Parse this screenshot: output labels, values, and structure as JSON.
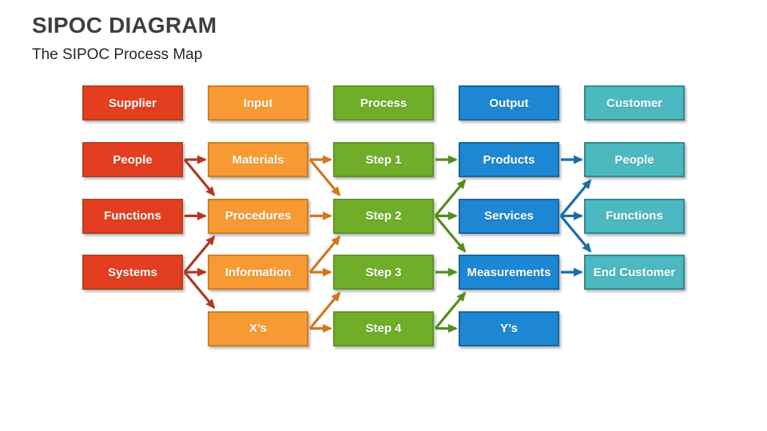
{
  "title": "SIPOC DIAGRAM",
  "subtitle": "The SIPOC Process Map",
  "columns": [
    {
      "id": "supplier",
      "header": "Supplier",
      "fill": "#E33E1F",
      "border": "#B8401F",
      "arrow": "#B03823",
      "items": [
        {
          "id": "people",
          "label": "People",
          "row": 1
        },
        {
          "id": "functions",
          "label": "Functions",
          "row": 2
        },
        {
          "id": "systems",
          "label": "Systems",
          "row": 3
        }
      ]
    },
    {
      "id": "input",
      "header": "Input",
      "fill": "#F89A33",
      "border": "#D07E22",
      "arrow": "#D2771C",
      "items": [
        {
          "id": "materials",
          "label": "Materials",
          "row": 1
        },
        {
          "id": "procedures",
          "label": "Procedures",
          "row": 2
        },
        {
          "id": "information",
          "label": "Information",
          "row": 3
        },
        {
          "id": "xs",
          "label": "X’s",
          "row": 4
        }
      ]
    },
    {
      "id": "process",
      "header": "Process",
      "fill": "#70AD29",
      "border": "#5E9626",
      "arrow": "#538E1C",
      "items": [
        {
          "id": "step1",
          "label": "Step 1",
          "row": 1
        },
        {
          "id": "step2",
          "label": "Step 2",
          "row": 2
        },
        {
          "id": "step3",
          "label": "Step 3",
          "row": 3
        },
        {
          "id": "step4",
          "label": "Step 4",
          "row": 4
        }
      ]
    },
    {
      "id": "output",
      "header": "Output",
      "fill": "#1E87D3",
      "border": "#16669F",
      "arrow": "#1B6CA8",
      "items": [
        {
          "id": "products",
          "label": "Products",
          "row": 1
        },
        {
          "id": "services",
          "label": "Services",
          "row": 2
        },
        {
          "id": "measurements",
          "label": "Measurements",
          "row": 3
        },
        {
          "id": "ys",
          "label": "Y’s",
          "row": 4
        }
      ]
    },
    {
      "id": "customer",
      "header": "Customer",
      "fill": "#4CB9C0",
      "border": "#338A91",
      "arrow": null,
      "items": [
        {
          "id": "people_c",
          "label": "People",
          "row": 1
        },
        {
          "id": "functions_c",
          "label": "Functions",
          "row": 2
        },
        {
          "id": "end_customer",
          "label": "End Customer",
          "row": 3
        }
      ]
    }
  ],
  "arrows": [
    {
      "from": "supplier.people",
      "to": "input.materials"
    },
    {
      "from": "supplier.people",
      "to": "input.procedures"
    },
    {
      "from": "supplier.functions",
      "to": "input.procedures"
    },
    {
      "from": "supplier.systems",
      "to": "input.procedures"
    },
    {
      "from": "supplier.systems",
      "to": "input.information"
    },
    {
      "from": "supplier.systems",
      "to": "input.xs"
    },
    {
      "from": "input.materials",
      "to": "process.step1"
    },
    {
      "from": "input.materials",
      "to": "process.step2"
    },
    {
      "from": "input.procedures",
      "to": "process.step2"
    },
    {
      "from": "input.information",
      "to": "process.step2"
    },
    {
      "from": "input.information",
      "to": "process.step3"
    },
    {
      "from": "input.xs",
      "to": "process.step3"
    },
    {
      "from": "input.xs",
      "to": "process.step4"
    },
    {
      "from": "process.step1",
      "to": "output.products"
    },
    {
      "from": "process.step2",
      "to": "output.products"
    },
    {
      "from": "process.step2",
      "to": "output.services"
    },
    {
      "from": "process.step2",
      "to": "output.measurements"
    },
    {
      "from": "process.step3",
      "to": "output.measurements"
    },
    {
      "from": "process.step4",
      "to": "output.measurements"
    },
    {
      "from": "process.step4",
      "to": "output.ys"
    },
    {
      "from": "output.products",
      "to": "customer.people_c"
    },
    {
      "from": "output.services",
      "to": "customer.people_c"
    },
    {
      "from": "output.services",
      "to": "customer.functions_c"
    },
    {
      "from": "output.services",
      "to": "customer.end_customer"
    },
    {
      "from": "output.measurements",
      "to": "customer.end_customer"
    }
  ]
}
